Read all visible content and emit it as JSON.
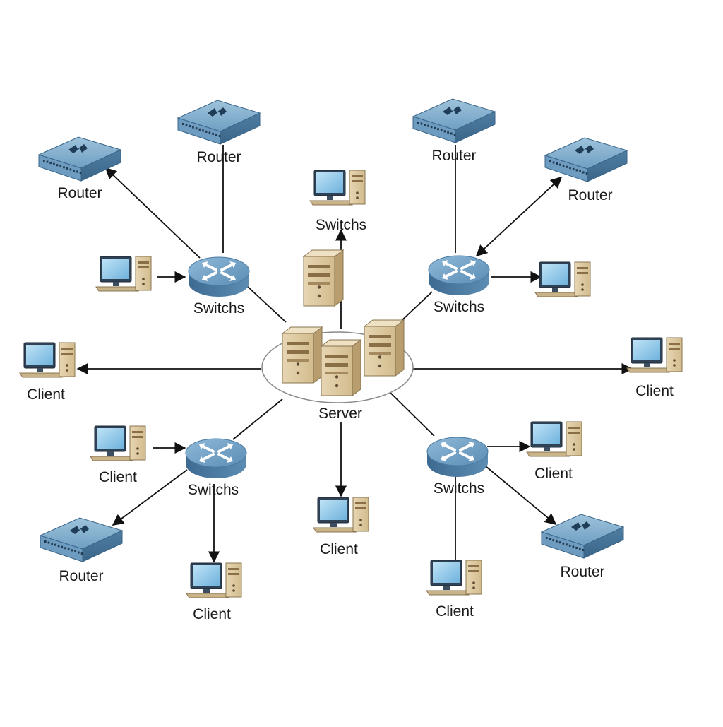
{
  "diagram": {
    "server": {
      "label": "Server"
    },
    "nodes": [
      {
        "type": "router",
        "label": "Router"
      },
      {
        "type": "router",
        "label": "Router"
      },
      {
        "type": "router",
        "label": "Router"
      },
      {
        "type": "router",
        "label": "Router"
      },
      {
        "type": "router",
        "label": "Router"
      },
      {
        "type": "router",
        "label": "Router"
      },
      {
        "type": "switch",
        "label": "Switchs"
      },
      {
        "type": "switch",
        "label": "Switchs"
      },
      {
        "type": "switch",
        "label": "Switchs"
      },
      {
        "type": "switch",
        "label": "Switchs"
      },
      {
        "type": "client",
        "label": "Switchs"
      },
      {
        "type": "client",
        "label": ""
      },
      {
        "type": "client",
        "label": ""
      },
      {
        "type": "client",
        "label": "Client"
      },
      {
        "type": "client",
        "label": "Client"
      },
      {
        "type": "client",
        "label": "Client"
      },
      {
        "type": "client",
        "label": "Client"
      },
      {
        "type": "client",
        "label": "Client"
      },
      {
        "type": "client",
        "label": "Client"
      },
      {
        "type": "client",
        "label": "Client"
      }
    ]
  }
}
